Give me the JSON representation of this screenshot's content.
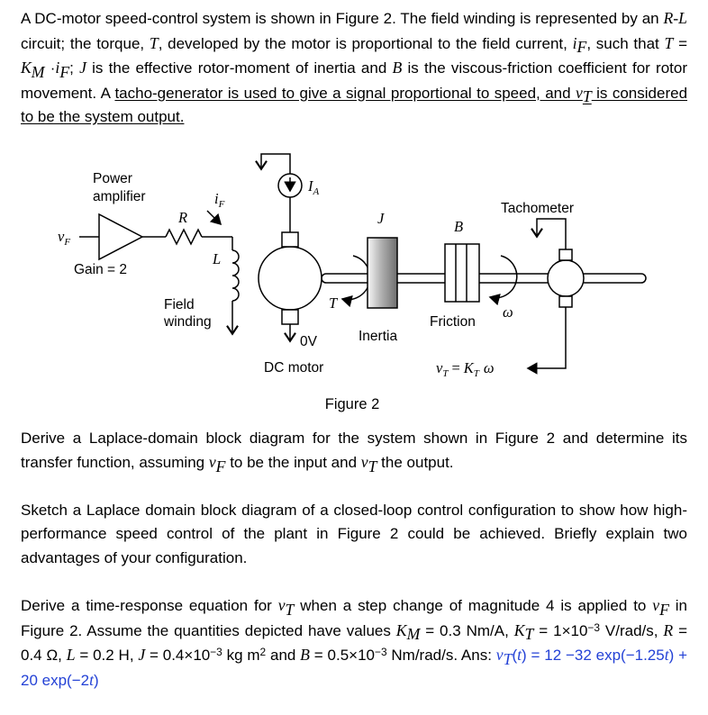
{
  "colors": {
    "answer_blue": "#2442d6",
    "ink": "#000000"
  },
  "paragraphs": {
    "intro": [
      {
        "t": "A DC-motor speed-control system is shown in Figure 2. The field winding is represented by an "
      },
      {
        "t": "R-L",
        "i": true
      },
      {
        "t": " circuit; the torque, "
      },
      {
        "t": "T",
        "i": true
      },
      {
        "t": ", developed by the motor is proportional to the field current, "
      },
      {
        "t": "i",
        "i": true
      },
      {
        "t": "F",
        "i": true,
        "sub": true
      },
      {
        "t": ", such that "
      },
      {
        "t": "T",
        "i": true
      },
      {
        "t": " = "
      },
      {
        "t": "K",
        "i": true
      },
      {
        "t": "M",
        "i": true,
        "sub": true
      },
      {
        "t": " ·"
      },
      {
        "t": "i",
        "i": true
      },
      {
        "t": "F",
        "i": true,
        "sub": true
      },
      {
        "t": "; "
      },
      {
        "t": "J",
        "i": true
      },
      {
        "t": " is the effective rotor-moment of inertia and "
      },
      {
        "t": "B",
        "i": true
      },
      {
        "t": " is the viscous-friction coefficient for rotor movement. A "
      },
      {
        "t": "tacho-generator is used to give a signal proportional to speed, and ",
        "u": true
      },
      {
        "t": "v",
        "i": true,
        "u": true
      },
      {
        "t": "T",
        "i": true,
        "sub": true,
        "u": true
      },
      {
        "t": " is considered to be the system output.",
        "u": true
      }
    ],
    "q1": [
      {
        "t": "Derive a Laplace-domain block diagram for the system shown in Figure 2 and determine its transfer function, assuming "
      },
      {
        "t": "v",
        "i": true
      },
      {
        "t": "F",
        "i": true,
        "sub": true
      },
      {
        "t": " to be the input and "
      },
      {
        "t": "v",
        "i": true
      },
      {
        "t": "T",
        "i": true,
        "sub": true
      },
      {
        "t": " the output."
      }
    ],
    "q2": [
      {
        "t": "Sketch a Laplace domain block diagram of a closed-loop control configuration to show how high-performance speed control of the plant in Figure 2 could be achieved. Briefly explain two advantages of your configuration."
      }
    ],
    "q3": [
      {
        "t": "Derive a time-response equation for "
      },
      {
        "t": "v",
        "i": true
      },
      {
        "t": "T",
        "i": true,
        "sub": true
      },
      {
        "t": " when a step change of magnitude 4 is applied to "
      },
      {
        "t": "v",
        "i": true
      },
      {
        "t": "F",
        "i": true,
        "sub": true
      },
      {
        "t": " in Figure 2. Assume the quantities depicted have values "
      },
      {
        "t": "K",
        "i": true
      },
      {
        "t": "M",
        "i": true,
        "sub": true
      },
      {
        "t": " = 0.3 Nm/A, "
      },
      {
        "t": "K",
        "i": true
      },
      {
        "t": "T",
        "i": true,
        "sub": true
      },
      {
        "t": " = 1×10"
      },
      {
        "t": "−3",
        "sup": true
      },
      {
        "t": " V/rad/s, "
      },
      {
        "t": "R",
        "i": true
      },
      {
        "t": " = 0.4 Ω, "
      },
      {
        "t": "L",
        "i": true
      },
      {
        "t": " = 0.2 H, "
      },
      {
        "t": "J",
        "i": true
      },
      {
        "t": " = 0.4×10"
      },
      {
        "t": "−3",
        "sup": true
      },
      {
        "t": " kg m"
      },
      {
        "t": "2",
        "sup": true
      },
      {
        "t": " and "
      },
      {
        "t": "B",
        "i": true
      },
      {
        "t": " = 0.5×10"
      },
      {
        "t": "−3",
        "sup": true
      },
      {
        "t": " Nm/rad/s. Ans: "
      },
      {
        "t": "v",
        "i": true,
        "c": "#2442d6"
      },
      {
        "t": "T",
        "i": true,
        "sub": true,
        "c": "#2442d6"
      },
      {
        "t": "(",
        "c": "#2442d6"
      },
      {
        "t": "t",
        "i": true,
        "c": "#2442d6"
      },
      {
        "t": ") = 12 −32 exp(−1.25",
        "c": "#2442d6"
      },
      {
        "t": "t",
        "i": true,
        "c": "#2442d6"
      },
      {
        "t": ") + 20 exp(−2",
        "c": "#2442d6"
      },
      {
        "t": "t",
        "i": true,
        "c": "#2442d6"
      },
      {
        "t": ")",
        "c": "#2442d6"
      }
    ]
  },
  "figure": {
    "caption": "Figure 2",
    "labels": {
      "power_line1": "Power",
      "power_line2": "amplifier",
      "gain": "Gain = 2",
      "vf_main": "v",
      "vf_sub": "F",
      "r": "R",
      "if_main": "i",
      "if_sub": "F",
      "l": "L",
      "field_line1": "Field",
      "field_line2": "winding",
      "ia_main": "I",
      "ia_sub": "A",
      "zero_volt": "0V",
      "dc_motor": "DC motor",
      "torque": "T",
      "inertia_sym": "J",
      "inertia": "Inertia",
      "friction_sym": "B",
      "friction": "Friction",
      "omega": "ω",
      "tachometer": "Tachometer",
      "vt_v": "v",
      "vt_t": "T",
      "vt_eq": "=",
      "vt_k": "K",
      "vt_kt": "T",
      "vt_w": "ω"
    }
  }
}
